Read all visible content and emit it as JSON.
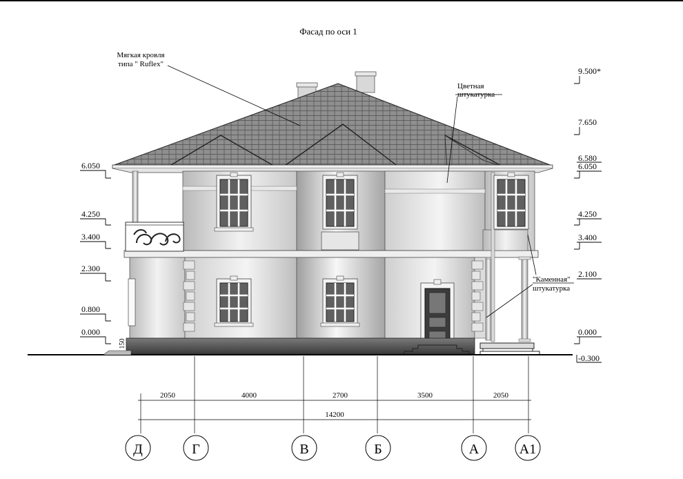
{
  "title": "Фасад по оси 1",
  "notes": {
    "roof_line1": "Мягкая кровля",
    "roof_line2": "типа \" Ruflex\"",
    "plaster_line1": "Цветная",
    "plaster_line2": "штукатурка",
    "stone_line1": "\"Каменная\"",
    "stone_line2": "штукатурка"
  },
  "levels_left": [
    "6.050",
    "4.250",
    "3.400",
    "2.300",
    "0.800",
    "0.000"
  ],
  "levels_right": [
    "9.500*",
    "7.650",
    "6.580",
    "6.050",
    "4.250",
    "3.400",
    "2.100",
    "0.000",
    "-0.300"
  ],
  "plinth_height": "150",
  "dimensions": [
    "2050",
    "4000",
    "2700",
    "3500",
    "2050"
  ],
  "total_dimension": "14200",
  "axes": [
    "Д",
    "Г",
    "В",
    "Б",
    "А",
    "А1"
  ]
}
